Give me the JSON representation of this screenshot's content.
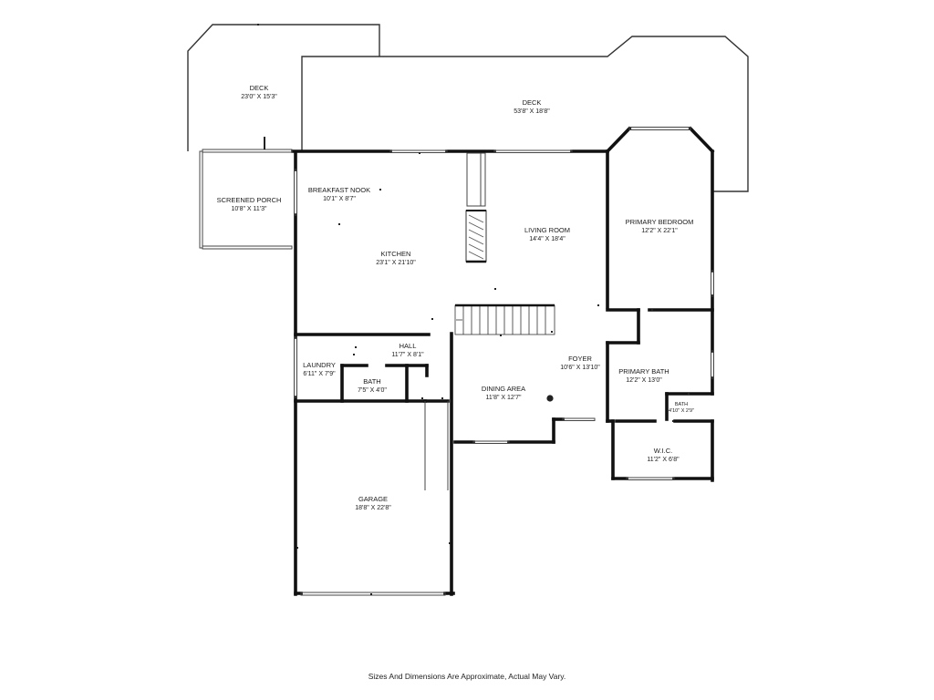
{
  "rooms": {
    "deck_left": {
      "name": "DECK",
      "dims": "23'0\" X 15'3\""
    },
    "deck_main": {
      "name": "DECK",
      "dims": "53'8\" X 18'8\""
    },
    "screened_porch": {
      "name": "SCREENED PORCH",
      "dims": "10'8\" X 11'3\""
    },
    "breakfast_nook": {
      "name": "BREAKFAST NOOK",
      "dims": "10'1\" X 8'7\""
    },
    "kitchen": {
      "name": "KITCHEN",
      "dims": "23'1\" X 21'10\""
    },
    "living_room": {
      "name": "LIVING ROOM",
      "dims": "14'4\" X 18'4\""
    },
    "primary_bedroom": {
      "name": "PRIMARY BEDROOM",
      "dims": "12'2\" X 22'1\""
    },
    "hall": {
      "name": "HALL",
      "dims": "11'7\" X 8'1\""
    },
    "laundry": {
      "name": "LAUNDRY",
      "dims": "6'11\" X 7'9\""
    },
    "bath": {
      "name": "BATH",
      "dims": "7'5\" X 4'0\""
    },
    "foyer": {
      "name": "FOYER",
      "dims": "10'6\" X 13'10\""
    },
    "dining_area": {
      "name": "DINING AREA",
      "dims": "11'8\" X 12'7\""
    },
    "primary_bath": {
      "name": "PRIMARY BATH",
      "dims": "12'2\" X 13'0\""
    },
    "small_bath": {
      "name": "BATH",
      "dims": "4'10\" X 2'9\""
    },
    "wic": {
      "name": "W.I.C.",
      "dims": "11'2\" X 6'8\""
    },
    "garage": {
      "name": "GARAGE",
      "dims": "18'8\" X 22'8\""
    }
  },
  "footer": {
    "disclaimer": "Sizes And Dimensions Are Approximate, Actual May Vary."
  }
}
